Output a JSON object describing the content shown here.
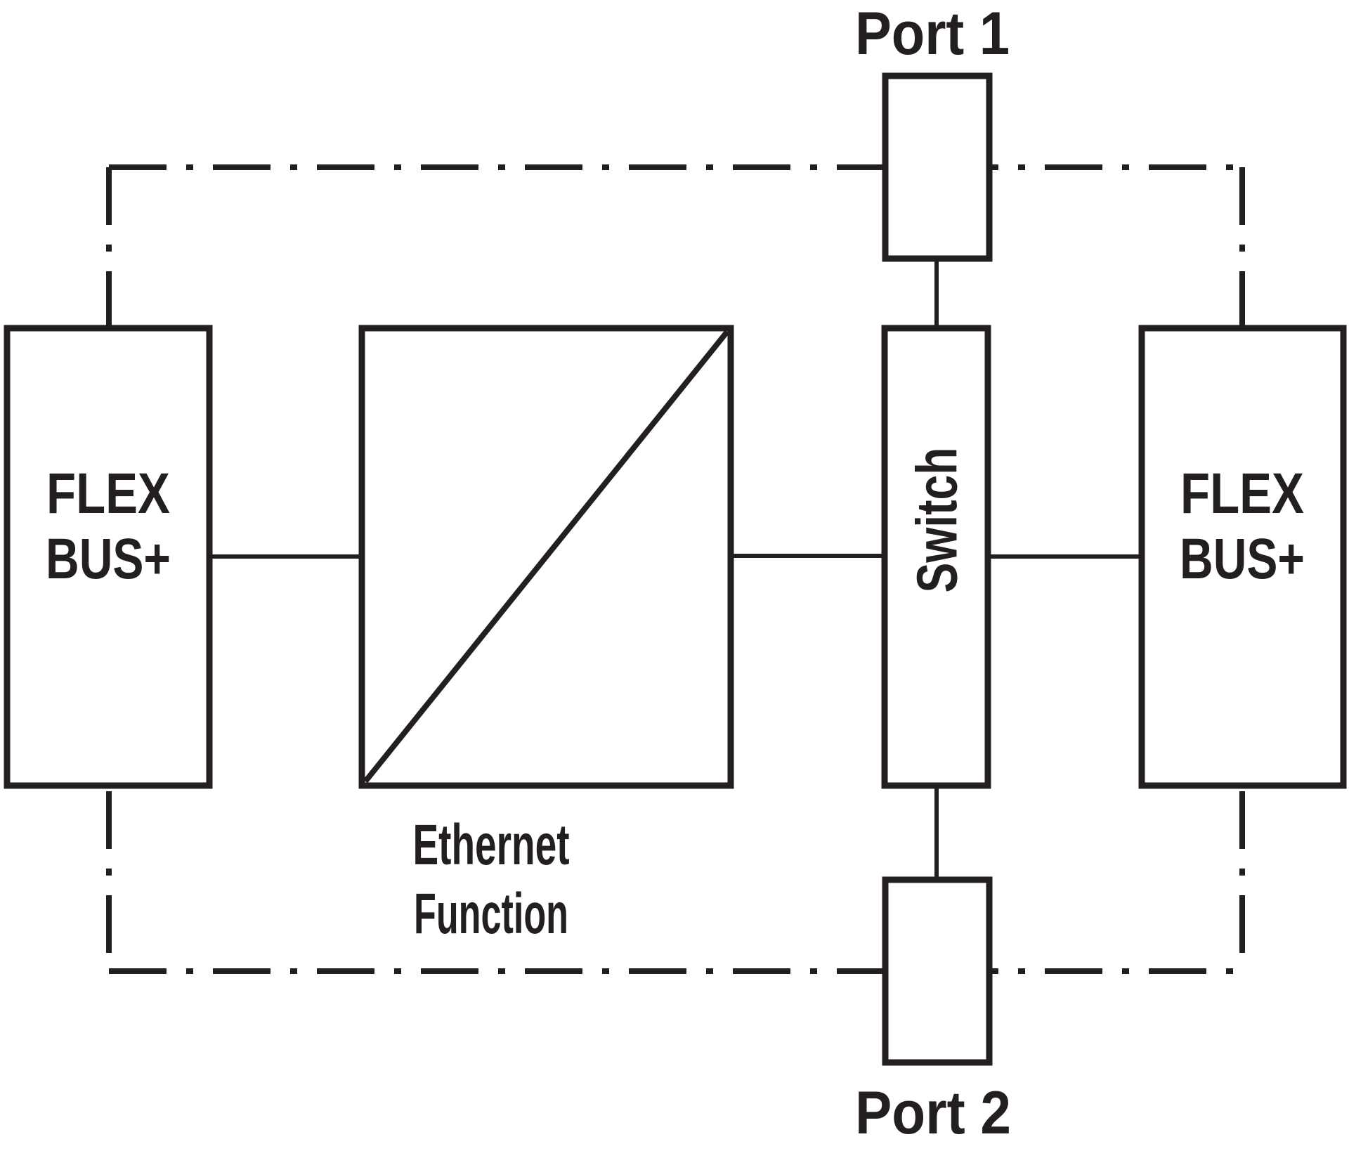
{
  "diagram": {
    "title": "FLEX BUS+ Ethernet switch block diagram",
    "colors": {
      "ink": "#231f20",
      "background": "#ffffff"
    },
    "blocks": {
      "flex_left": {
        "line1": "FLEX",
        "line2": "BUS+"
      },
      "flex_right": {
        "line1": "FLEX",
        "line2": "BUS+"
      },
      "ethernet": {
        "line1": "Ethernet",
        "line2": "Function"
      },
      "switch": {
        "label": "Switch"
      },
      "port1": {
        "label": "Port 1"
      },
      "port2": {
        "label": "Port 2"
      }
    }
  }
}
